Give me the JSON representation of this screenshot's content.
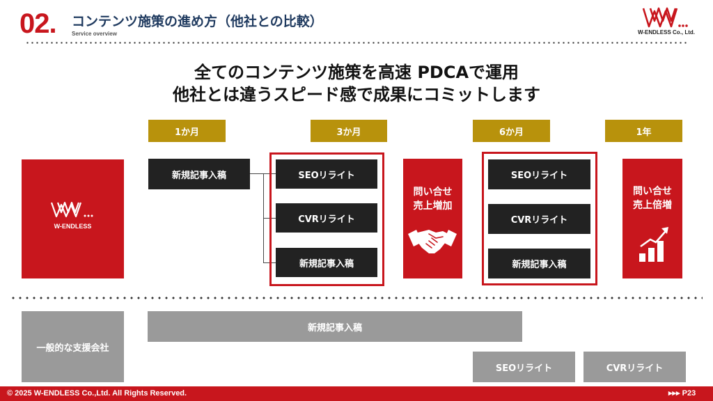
{
  "header": {
    "section_number": "02.",
    "title": "コンテンツ施策の進め方（他社との比較）",
    "subtitle": "Service overview",
    "company": "W-ENDLESS Co., Ltd."
  },
  "headline": {
    "line1": "全てのコンテンツ施策を高速 PDCAで運用",
    "line2": "他社とは違うスピード感で成果にコミットします"
  },
  "timeline": [
    "1か月",
    "3か月",
    "6か月",
    "1年"
  ],
  "brand": {
    "name": "W-ENDLESS"
  },
  "wendless": {
    "month1_task": "新規記事入稿",
    "month3_tasks": [
      "SEOリライト",
      "CVRリライト",
      "新規記事入稿"
    ],
    "result1": {
      "line1": "問い合せ",
      "line2": "売上増加",
      "icon": "handshake-icon"
    },
    "month6_tasks": [
      "SEOリライト",
      "CVRリライト",
      "新規記事入稿"
    ],
    "result2": {
      "line1": "問い合せ",
      "line2": "売上倍増",
      "icon": "growth-chart-icon"
    }
  },
  "competitor": {
    "label": "一般的な支援会社",
    "task_long": "新規記事入稿",
    "task_seo": "SEOリライト",
    "task_cvr": "CVRリライト"
  },
  "footer": {
    "copyright": "© 2025 W-ENDLESS Co.,Ltd. All Rights Reserved.",
    "page": "▸▸▸ P23"
  },
  "colors": {
    "brand_red": "#c8161d",
    "gold": "#b8920c",
    "dark": "#222222",
    "gray": "#9a9a9a",
    "title_navy": "#1f3a5f"
  }
}
